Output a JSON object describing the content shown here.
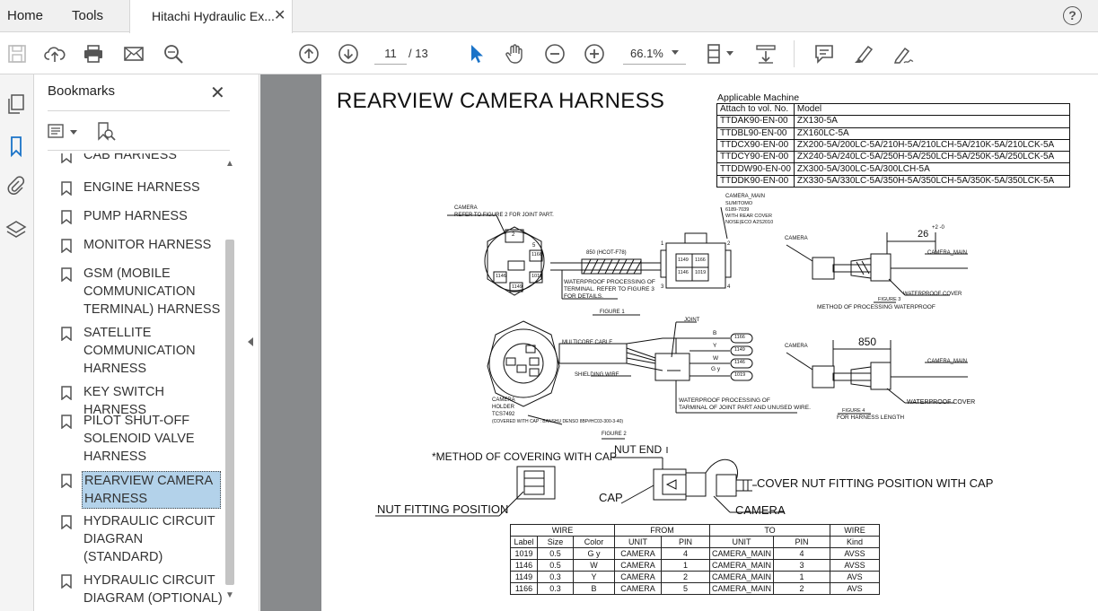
{
  "tabs": {
    "home": "Home",
    "tools": "Tools",
    "document": "Hitachi Hydraulic Ex...",
    "close_symbol": "✕",
    "help_symbol": "?"
  },
  "toolbar": {
    "page_current": "11",
    "page_total": "/ 13",
    "zoom": "66.1%",
    "icons": [
      "save-icon",
      "upload-icon",
      "print-icon",
      "email-icon",
      "zoom-search-icon",
      "page-up-icon",
      "page-down-icon",
      "select-arrow-icon",
      "hand-tool-icon",
      "zoom-out-icon",
      "zoom-in-icon",
      "page-fit-icon",
      "scroll-mode-icon",
      "comment-icon",
      "highlight-icon",
      "sign-icon"
    ]
  },
  "bookmarks": {
    "title": "Bookmarks",
    "close_symbol": "✕",
    "items": [
      {
        "label": "CAB HARNESS"
      },
      {
        "label": "ENGINE HARNESS"
      },
      {
        "label": "PUMP HARNESS"
      },
      {
        "label": "MONITOR HARNESS"
      },
      {
        "label": "GSM (MOBILE COMMUNICATION TERMINAL) HARNESS"
      },
      {
        "label": "SATELLITE COMMUNICATION HARNESS"
      },
      {
        "label": "KEY SWITCH HARNESS"
      },
      {
        "label": "PILOT SHUT-OFF SOLENOID VALVE HARNESS"
      },
      {
        "label": "REARVIEW CAMERA HARNESS",
        "selected": true
      },
      {
        "label": "HYDRAULIC CIRCUIT DIAGRAN (STANDARD)"
      },
      {
        "label": "HYDRAULIC CIRCUIT DIAGRAM (OPTIONAL)"
      }
    ]
  },
  "document": {
    "title": "REARVIEW CAMERA HARNESS",
    "applicable_caption": "Applicable Machine",
    "applicable_table": [
      [
        "Attach to vol. No.",
        "Model"
      ],
      [
        "TTDAK90-EN-00",
        "ZX130-5A"
      ],
      [
        "TTDBL90-EN-00",
        "ZX160LC-5A"
      ],
      [
        "TTDCX90-EN-00",
        "ZX200-5A/200LC-5A/210H-5A/210LCH-5A/210K-5A/210LCK-5A"
      ],
      [
        "TTDCY90-EN-00",
        "ZX240-5A/240LC-5A/250H-5A/250LCH-5A/250K-5A/250LCK-5A"
      ],
      [
        "TTDDW90-EN-00",
        "ZX300-5A/300LC-5A/300LCH-5A"
      ],
      [
        "TTDDK90-EN-00",
        "ZX330-5A/330LC-5A/350H-5A/350LCH-5A/350K-5A/350LCK-5A"
      ]
    ],
    "diagram_labels": {
      "camera_ref": "CAMERA",
      "refer_fig2": "REFER TO FIGURE 2 FOR JOINT PART.",
      "camera_main_top": "CAMERA_MAIN",
      "sumitomo": "SUMITOMO",
      "part1": "6189-7039",
      "rear_cover": "WITH REAR COVER",
      "nose": "NOSE(ECO A2S2010",
      "len850_small": "850 (HCOT-F78)",
      "wp_processing": "WATERPROOF PROCESSING OF",
      "wp_terminal": "TERMINAL. REFER TO FIGURE 3",
      "wp_details": "FOR DETAILS.",
      "figure1": "FIGURE 1",
      "multicore": "MULTICORE CABLE",
      "shielding": "SHIELDING WIRE",
      "joint": "JOINT",
      "camera_holder": "CAMERA",
      "holder": "HOLDER",
      "tcs": "TCS7492",
      "covered_cap": "(COVERED WITH CAP : BANSHU DENSO 8BP#HC03-300-3-40)",
      "wp_joint1": "WATERPROOF PROCESSING OF",
      "wp_joint2": "TARMINAL OF JOINT PART AND UNUSED WIRE.",
      "figure2": "FIGURE 2",
      "fig3_camera": "CAMERA",
      "fig3_dim": "26",
      "fig3_tol": "+2 -0",
      "fig3_camera_main": "CAMERA_MAIN",
      "fig3_cover": "WATERPROOF COVER",
      "figure3": "FIGURE 3",
      "method_wp": "METHOD OF PROCESSING WATERPROOF",
      "fig4_camera": "CAMERA",
      "fig4_dim": "850",
      "fig4_camera_main": "CAMERA_MAIN",
      "fig4_cover": "WATERPROOF COVER",
      "figure4": "FIGURE 4",
      "for_length": "FOR HARNESS LENGTH",
      "method_cap": "*METHOD OF COVERING WITH CAP",
      "nut_end": "NUT END",
      "cap": "CAP",
      "camera_cap": "CAMERA",
      "cover_nut": "COVER NUT FITTING POSITION WITH CAP",
      "nut_fitting": "NUT FITTING POSITION",
      "wire_B": "B",
      "wire_Y": "Y",
      "wire_W": "W",
      "wire_Gy": "G y",
      "pin1166": "1166",
      "pin1149": "1149",
      "pin1146": "1146",
      "pin1019": "1019",
      "c1": "1",
      "c2": "2",
      "c3": "3",
      "c4": "4"
    },
    "wire_table": {
      "group_headers": [
        "WIRE",
        "FROM",
        "TO",
        "WIRE"
      ],
      "sub_headers": [
        "Label",
        "Size",
        "Color",
        "UNIT",
        "PIN",
        "UNIT",
        "PIN",
        "Kind"
      ],
      "rows": [
        [
          "1019",
          "0.5",
          "G y",
          "CAMERA",
          "4",
          "CAMERA_MAIN",
          "4",
          "AVSS"
        ],
        [
          "1146",
          "0.5",
          "W",
          "CAMERA",
          "1",
          "CAMERA_MAIN",
          "3",
          "AVSS"
        ],
        [
          "1149",
          "0.3",
          "Y",
          "CAMERA",
          "2",
          "CAMERA_MAIN",
          "1",
          "AVS"
        ],
        [
          "1166",
          "0.3",
          "B",
          "CAMERA",
          "5",
          "CAMERA_MAIN",
          "2",
          "AVS"
        ]
      ]
    }
  }
}
